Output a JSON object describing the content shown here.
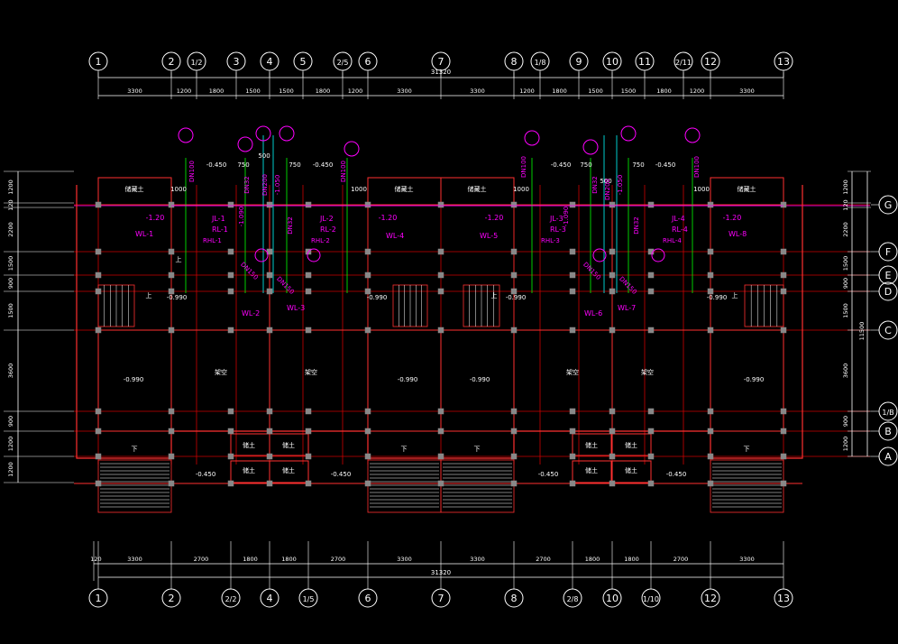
{
  "colors": {
    "background": "#000000",
    "dimension": "#ffffff",
    "axis_line": "#cc0000",
    "wall": "#ff3030",
    "pipe_label": "#ff00ff",
    "cold_pipe": "#00ff00",
    "hot_pipe": "#00ffff",
    "column": "#888888"
  },
  "top_axes": [
    "①",
    "②",
    "1/2",
    "③",
    "④",
    "⑤",
    "2/5",
    "⑥",
    "⑦",
    "⑧",
    "1/8",
    "⑨",
    "⑩",
    "⑪",
    "2/11",
    "⑫",
    "⑬"
  ],
  "bottom_axes": [
    "①",
    "②",
    "2/2",
    "④",
    "1/5",
    "⑥",
    "⑦",
    "⑧",
    "2/8",
    "⑩",
    "1/10",
    "⑫",
    "⑬"
  ],
  "right_axes": [
    "G",
    "F",
    "E",
    "D",
    "C",
    "1/B",
    "B",
    "A"
  ],
  "top_total": "31320",
  "bottom_total": "31320",
  "top_dims": [
    "3300",
    "1200",
    "1800",
    "1500",
    "1500",
    "1800",
    "1200",
    "3300",
    "3300",
    "1200",
    "1800",
    "1500",
    "1500",
    "1800",
    "1200",
    "3300"
  ],
  "bottom_dims": [
    "120",
    "3300",
    "2700",
    "1800",
    "1800",
    "2700",
    "3300",
    "3300",
    "2700",
    "1800",
    "1800",
    "2700",
    "3300"
  ],
  "right_dims": [
    "1200",
    "120",
    "2200",
    "1500",
    "900",
    "1500",
    "3600",
    "900",
    "1200"
  ],
  "right_total": "11500",
  "left_dims": [
    "1200",
    "120",
    "2200",
    "1500",
    "900",
    "1500",
    "3600",
    "900",
    "1200",
    "1200"
  ],
  "elevations": {
    "terrace": "-0.450",
    "room": "-0.990",
    "stair": "-0.990",
    "floor_drain": "-1.20",
    "pipe": "-1.050",
    "pipe2": "-1.090",
    "front": "-0.450"
  },
  "pipe_sizes": {
    "d32": "DN32",
    "d100": "DN100",
    "d150": "DN150",
    "d200": "DN200",
    "val750": "750",
    "val500": "500",
    "val1000": "1000"
  },
  "groups": [
    {
      "jl": "JL-1",
      "rl": "RL-1",
      "rhl": "RHL-1",
      "wl": "WL-1",
      "wl2": "WL-2",
      "wl3": "WL-3"
    },
    {
      "jl": "JL-2",
      "rl": "RL-2",
      "rhl": "RHL-2",
      "wl": "WL-4"
    },
    {
      "jl": "JL-3",
      "rl": "RL-3",
      "rhl": "RHL-3",
      "wl": "WL-5",
      "wl2": "WL-6",
      "wl3": "WL-7"
    },
    {
      "jl": "JL-4",
      "rl": "RL-4",
      "rhl": "RHL-4",
      "wl": "WL-8"
    }
  ],
  "room_labels": {
    "closet": "储藏土",
    "room": "架空",
    "stair_down": "下",
    "stair_up": "上",
    "small": "储土"
  }
}
